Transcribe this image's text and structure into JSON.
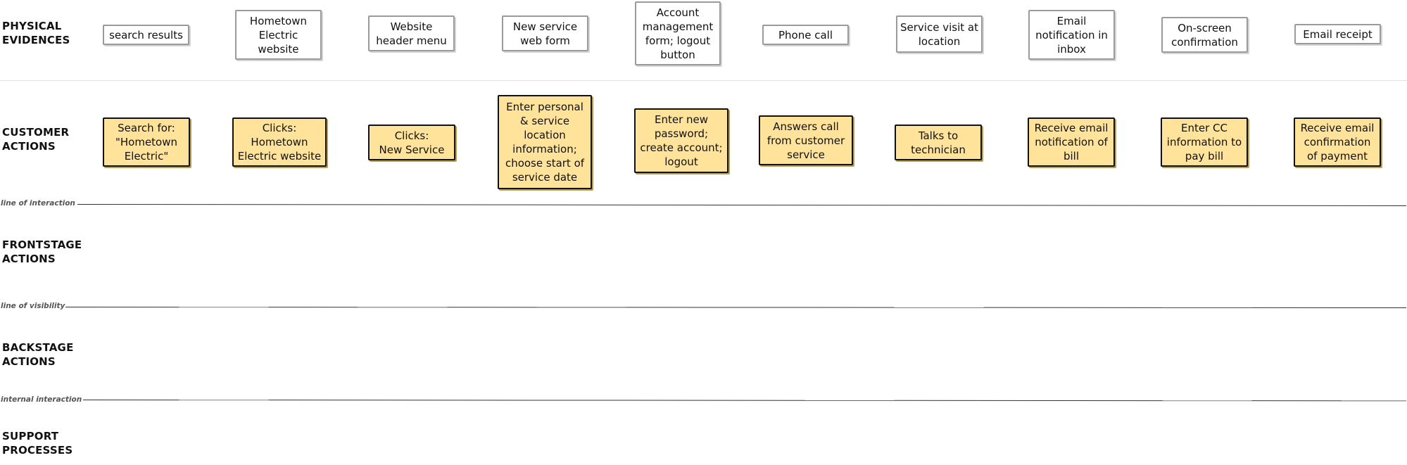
{
  "lanes": {
    "physical_evidences": "PHYSICAL\nEVIDENCES",
    "customer_actions": "CUSTOMER\nACTIONS",
    "frontstage_actions": "FRONTSTAGE\nACTIONS",
    "backstage_actions": "BACKSTAGE\nACTIONS",
    "support_processes": "SUPPORT\nPROCESSES"
  },
  "lines": {
    "interaction": "line of interaction",
    "visibility": "line of visibility",
    "internal": "internal interaction"
  },
  "physical_evidences": [
    "search results",
    "Hometown\nElectric\nwebsite",
    "Website\nheader menu",
    "New service\nweb form",
    "Account\nmanagement\nform; logout\nbutton",
    "Phone call",
    "Service visit at\nlocation",
    "Email\nnotification in\ninbox",
    "On-screen\nconfirmation",
    "Email receipt"
  ],
  "customer_actions": [
    "Search for:\n\"Hometown\nElectric\"",
    "Clicks:\nHometown\nElectric website",
    "Clicks:\nNew Service",
    "Enter personal\n& service\nlocation\ninformation;\nchoose start of\nservice date",
    "Enter new\npassword;\ncreate account;\nlogout",
    "Answers call\nfrom customer\nservice",
    "Talks to\ntechnician",
    "Receive email\nnotification of\nbill",
    "Enter CC\ninformation to\npay bill",
    "Receive email\nconfirmation\nof payment"
  ],
  "colors": {
    "sticky_fill": "#ffe39b",
    "sticky_border": "#111111",
    "evidence_border": "#9a9a9a",
    "line": "#333333"
  }
}
